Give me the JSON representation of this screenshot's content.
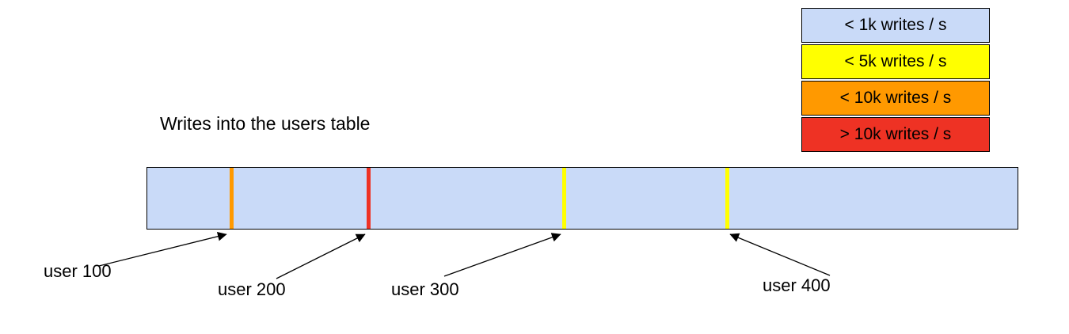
{
  "diagram": {
    "title": "Writes into the users table"
  },
  "legend": {
    "items": [
      {
        "label": "< 1k writes / s",
        "color": "#c9daf8"
      },
      {
        "label": "< 5k writes / s",
        "color": "#ffff00"
      },
      {
        "label": "< 10k writes / s",
        "color": "#ff9900"
      },
      {
        "label": "> 10k writes / s",
        "color": "#ee3224"
      }
    ]
  },
  "bar": {
    "color": "#c9daf8",
    "markers": [
      {
        "label": "user 100",
        "color": "#ff9900",
        "pos_pct": 9.5
      },
      {
        "label": "user 200",
        "color": "#ee3224",
        "pos_pct": 25.2
      },
      {
        "label": "user 300",
        "color": "#ffff00",
        "pos_pct": 47.7
      },
      {
        "label": "user 400",
        "color": "#ffff00",
        "pos_pct": 66.4
      }
    ]
  }
}
